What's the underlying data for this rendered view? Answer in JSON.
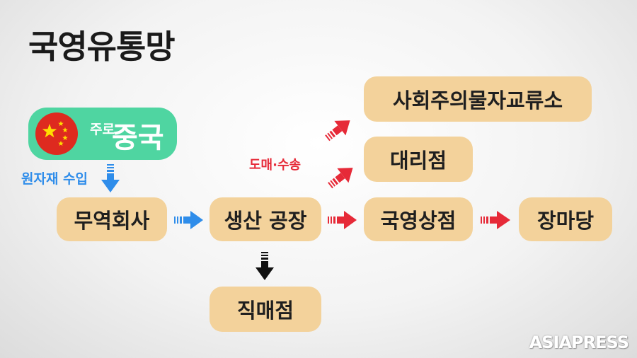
{
  "title": "국영유통망",
  "china_badge": {
    "prefix": "주로",
    "country": "중국",
    "flag_icon": "china-flag-icon"
  },
  "labels": {
    "import": "원자재 수입",
    "wholesale": "도매·수송"
  },
  "nodes": {
    "trading_company": "무역회사",
    "factory": "생산 공장",
    "state_store": "국영상점",
    "market": "장마당",
    "exchange": "사회주의물자교류소",
    "agency": "대리점",
    "direct_store": "직매점"
  },
  "colors": {
    "import_arrow": "#2f8dea",
    "wholesale_arrow": "#e62a38",
    "direct_arrow": "#111111",
    "box": "#f3d29b",
    "china_badge": "#4fd5a1"
  },
  "watermark": "ASIAPRESS"
}
